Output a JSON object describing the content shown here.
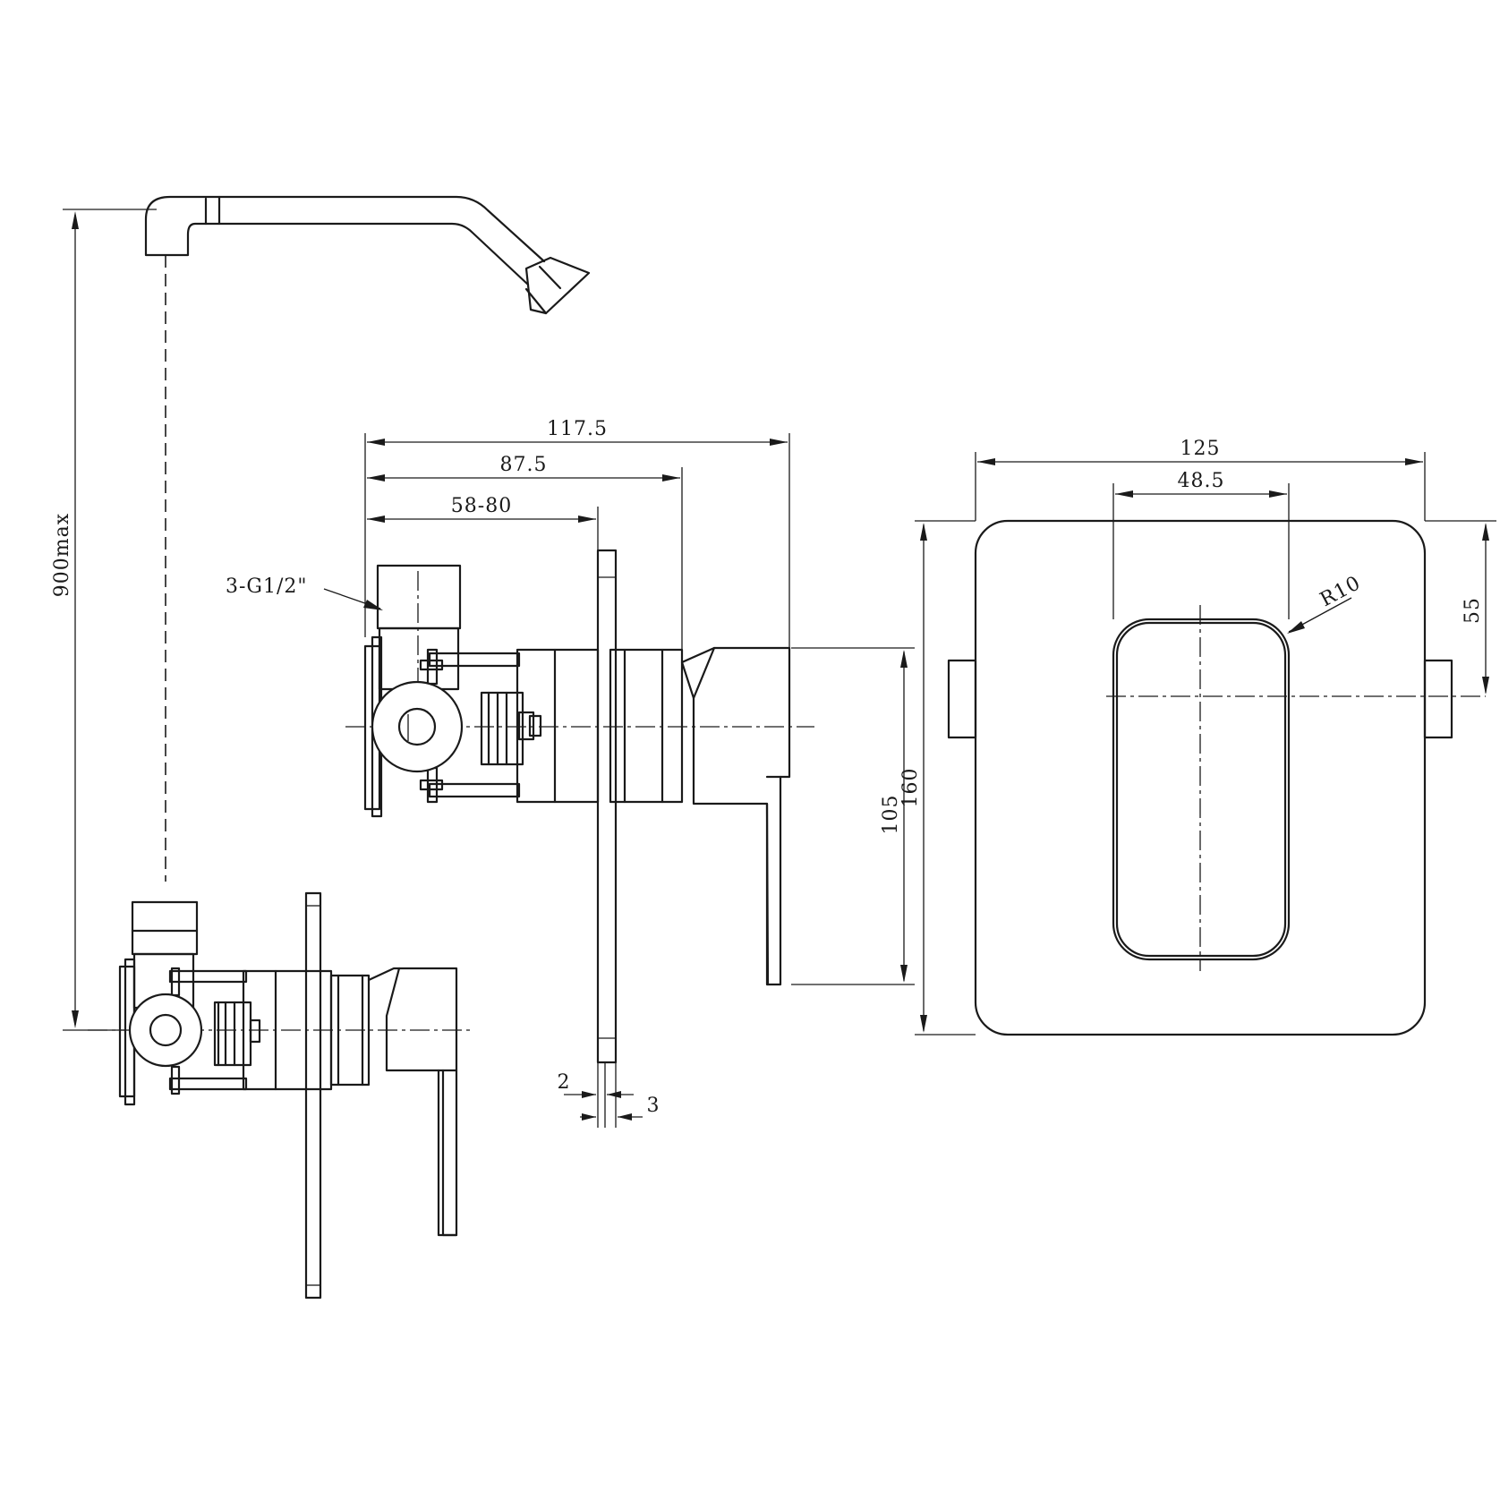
{
  "dimensions": {
    "overall_depth": "117.5",
    "handle_depth": "87.5",
    "wall_depth": "58-80",
    "connections": "3-G1/2\"",
    "plate_thickness_a": "2",
    "plate_thickness_b": "3",
    "plate_width": "125",
    "handle_width": "48.5",
    "corner_radius": "R10",
    "handle_offset": "55",
    "plate_height": "160",
    "handle_height": "105",
    "install_height": "900max"
  }
}
